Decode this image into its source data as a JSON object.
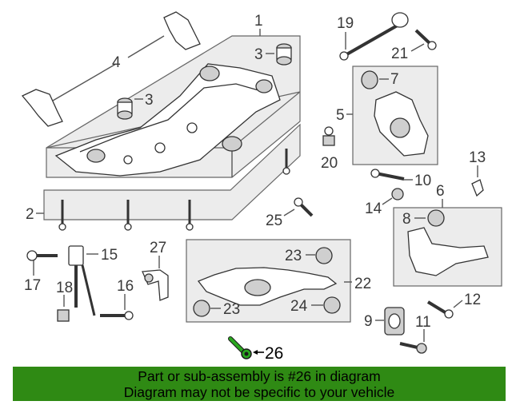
{
  "callouts": {
    "c1": "1",
    "c2": "2",
    "c3a": "3",
    "c3b": "3",
    "c4": "4",
    "c5": "5",
    "c6": "6",
    "c7": "7",
    "c8": "8",
    "c9": "9",
    "c10": "10",
    "c11": "11",
    "c12": "12",
    "c13": "13",
    "c14": "14",
    "c15": "15",
    "c16": "16",
    "c17": "17",
    "c18": "18",
    "c19": "19",
    "c20": "20",
    "c21": "21",
    "c22": "22",
    "c23a": "23",
    "c23b": "23",
    "c24": "24",
    "c25": "25",
    "c26": "26",
    "c27": "27"
  },
  "banner": {
    "line1": "Part or sub-assembly is #26 in diagram",
    "line2": "Diagram may not be specific to your vehicle"
  },
  "colors": {
    "highlight": "#2aa71f",
    "banner": "#2f8a14"
  },
  "highlighted_part": "26"
}
